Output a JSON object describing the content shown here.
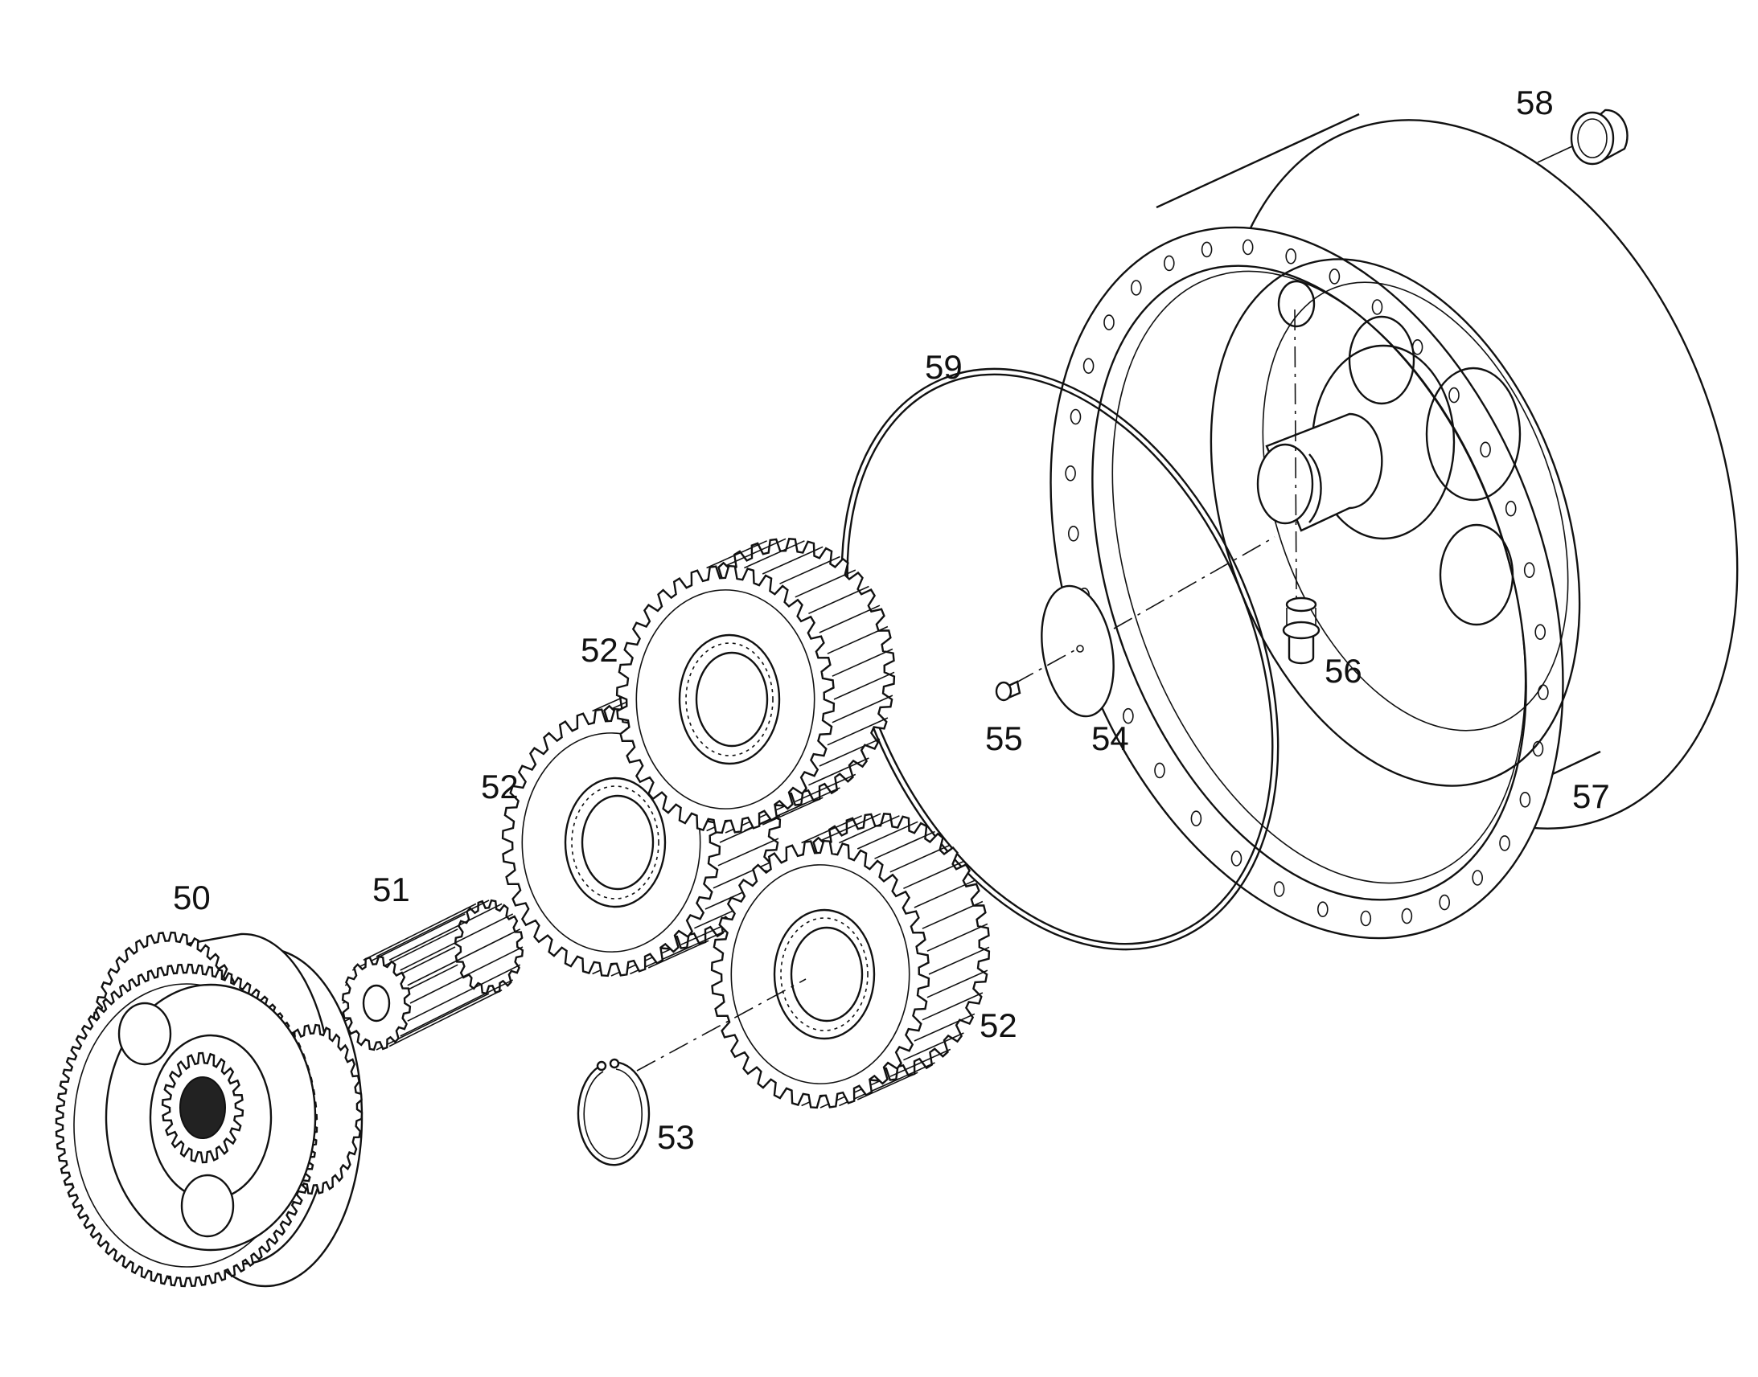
{
  "labels": {
    "p50": "50",
    "p51": "51",
    "p52a": "52",
    "p52b": "52",
    "p52c": "52",
    "p53": "53",
    "p54": "54",
    "p55": "55",
    "p56": "56",
    "p57": "57",
    "p58": "58",
    "p59": "59"
  },
  "colors": {
    "line": "#111111",
    "background": "#ffffff"
  }
}
